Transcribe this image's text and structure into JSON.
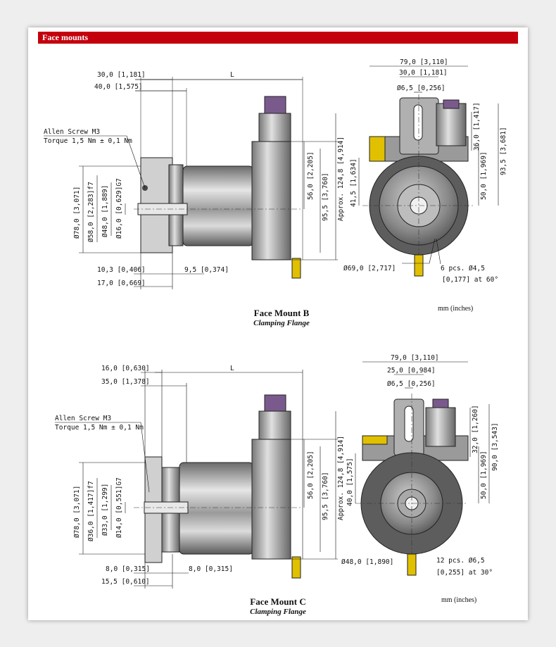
{
  "header": {
    "title": "Face mounts"
  },
  "mount_b": {
    "title": "Face Mount B",
    "subtitle": "Clamping Flange",
    "units": "mm (inches)",
    "screw_line1": "Allen Screw M3",
    "screw_line2": "Torque 1,5 Nm ± 0,1 Nm",
    "dims": {
      "d30": "30,0 [1,181]",
      "d40": "40,0 [1,575]",
      "L": "L",
      "d78": "Ø78,0 [3,071]",
      "d58": "Ø58,0 [2,283]f7",
      "d48": "Ø48,0 [1,889]",
      "d16": "Ø16,0 [0,629]G7",
      "d56": "56,0 [2,205]",
      "d95": "95,5 [3,760]",
      "d124": "Approx. 124,8 [4,914]",
      "d10": "10,3 [0,406]",
      "d9": "9,5 [0,374]",
      "d17": "17,0 [0,669]",
      "r79": "79,0 [3,110]",
      "r30": "30,0 [1,181]",
      "r65": "Ø6,5 [0,256]",
      "r36": "36,0 [1,417]",
      "r93": "93,5 [3,681]",
      "r41": "41,5 [1,634]",
      "r50": "50,0 [1,969]",
      "r69": "Ø69,0 [2,717]",
      "holes1": "6 pcs. Ø4,5",
      "holes2": "[0,177] at 60°"
    }
  },
  "mount_c": {
    "title": "Face Mount C",
    "subtitle": "Clamping Flange",
    "units": "mm (inches)",
    "screw_line1": "Allen Screw M3",
    "screw_line2": "Torque 1,5 Nm ± 0,1 Nm",
    "dims": {
      "d16": "16,0 [0,630]",
      "d35": "35,0 [1,378]",
      "L": "L",
      "d78": "Ø78,0 [3,071]",
      "d36": "Ø36,0 [1,417]f7",
      "d33": "Ø33,0 [1,299]",
      "d14": "Ø14,0 [0,551]G7",
      "d56": "56,0 [2,205]",
      "d95": "95,5 [3,760]",
      "d124": "Approx. 124,8 [4,914]",
      "d8a": "8,0 [0,315]",
      "d8b": "8,0 [0,315]",
      "d15": "15,5 [0,610]",
      "r79": "79,0 [3,110]",
      "r25": "25,0 [0,984]",
      "r65": "Ø6,5 [0,256]",
      "r32": "32,0 [1,260]",
      "r90": "90,0 [3,543]",
      "r40": "40,0 [1,575]",
      "r50": "50,0 [1,969]",
      "r48": "Ø48,0 [1,890]",
      "holes1": "12 pcs. Ø6,5",
      "holes2": "[0,255] at 30°"
    }
  },
  "colors": {
    "banner": "#c4000d",
    "connector": "#7a5a8c",
    "cable": "#e0c000",
    "body_dark": "#6e6e6e",
    "body_light": "#d8d8d8"
  }
}
